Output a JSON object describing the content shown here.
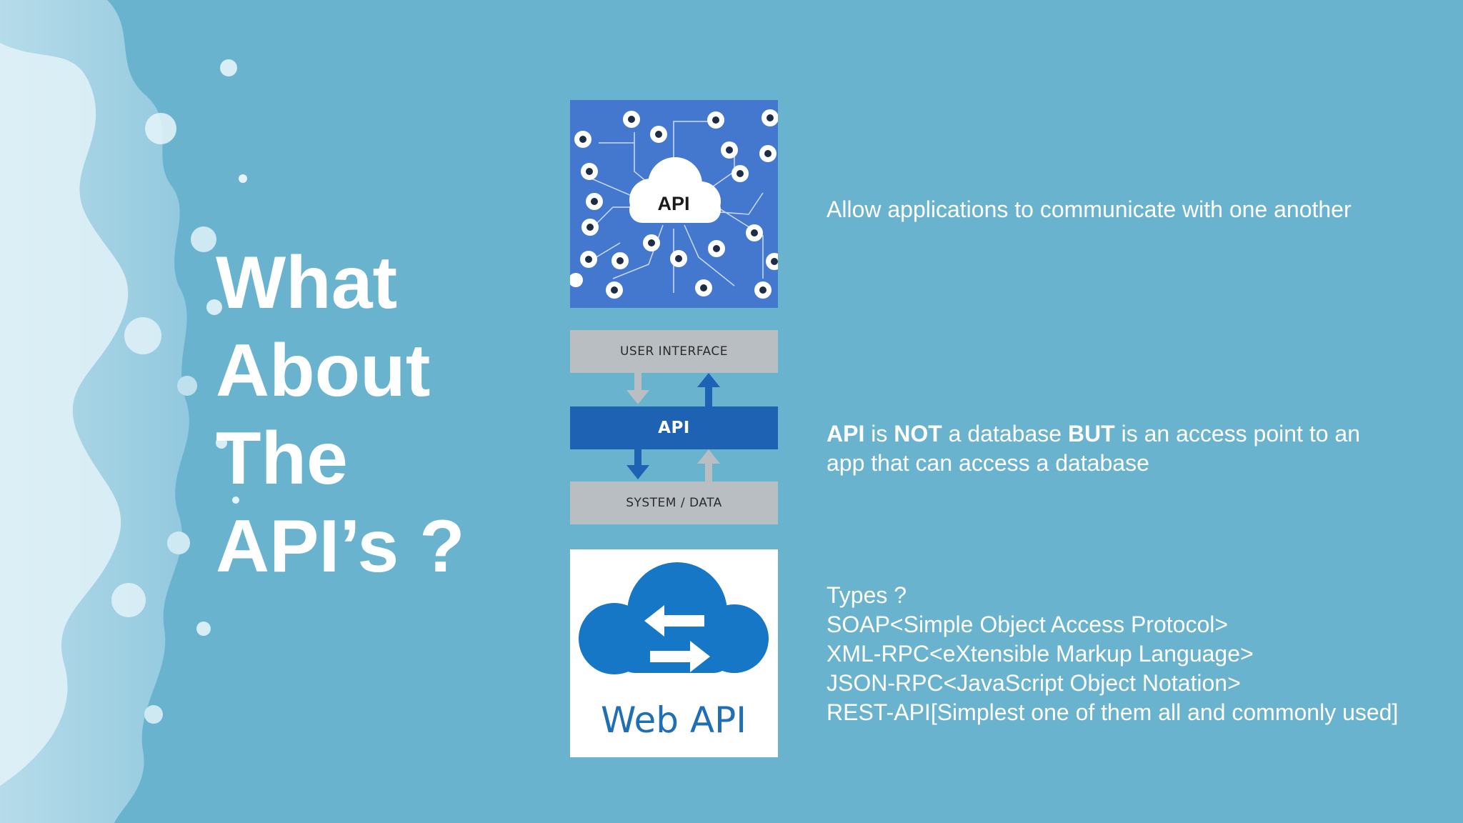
{
  "slide": {
    "title_lines": [
      "What",
      "About",
      "The",
      "API’s ?"
    ]
  },
  "images": {
    "cloud": {
      "label": "API",
      "background": "#4478cf"
    },
    "stack": {
      "top_label": "USER INTERFACE",
      "middle_label": "API",
      "bottom_label": "SYSTEM / DATA",
      "layer_color": "#b9bec3",
      "api_color": "#1d62b3"
    },
    "web_api": {
      "label": "Web API",
      "cloud_color": "#1677c7"
    }
  },
  "points": {
    "p1": "Allow applications to communicate with one another",
    "p2": {
      "api": "API",
      "is": " is ",
      "not": "NOT",
      "mid": " a database ",
      "but": "BUT",
      "end": " is an access point to an",
      "line2": "app that can access a database"
    },
    "p3": {
      "heading": "Types ?",
      "items": [
        "SOAP<Simple Object Access Protocol>",
        "XML-RPC<eXtensible Markup Language>",
        "JSON-RPC<JavaScript Object Notation>",
        "REST-API[Simplest one of them all and commonly used]"
      ]
    }
  },
  "colors": {
    "background": "#6ab3cf",
    "text": "#ffffff"
  }
}
